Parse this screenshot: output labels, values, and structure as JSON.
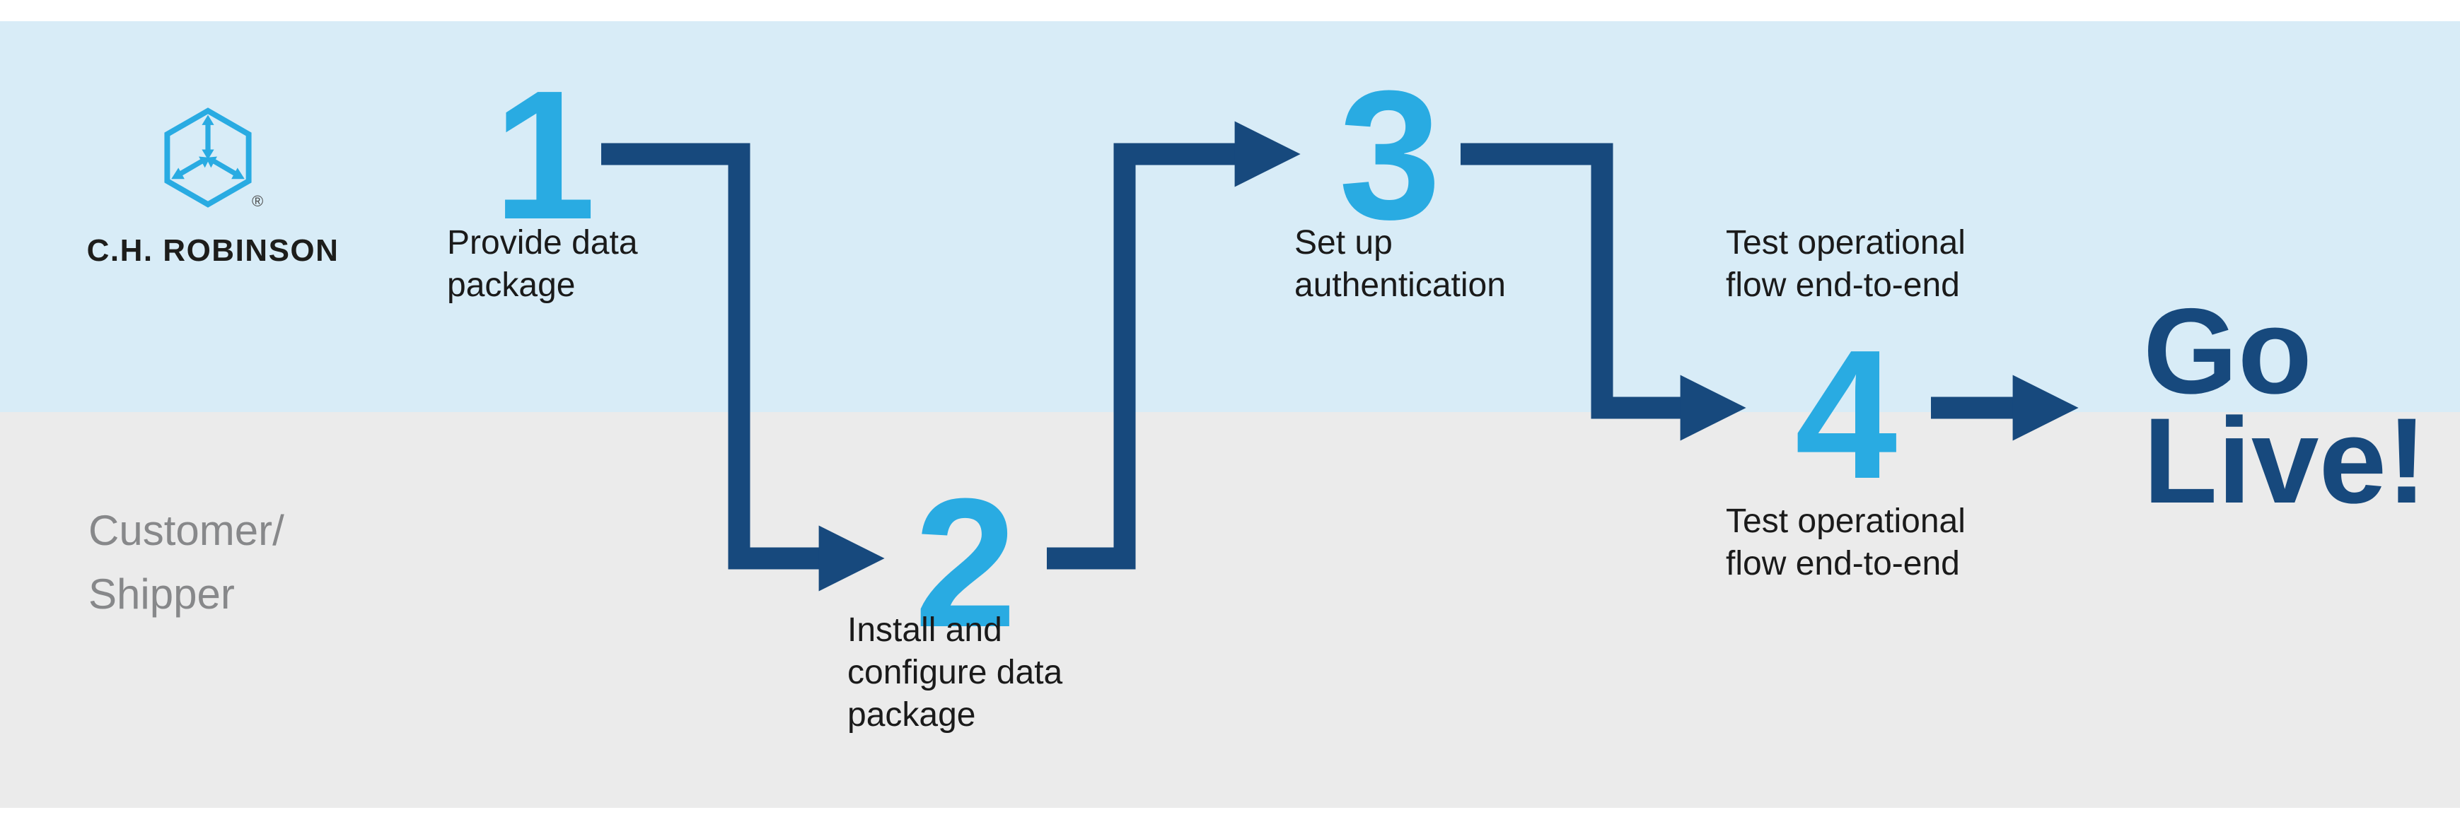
{
  "colors": {
    "lane_top_bg": "#d8ecf7",
    "lane_bottom_bg": "#ebebeb",
    "navy": "#17497d",
    "light_blue": "#29abe2",
    "label_text": "#1a1a1a",
    "customer_gray": "#87888a"
  },
  "brand": {
    "logo_text": "C.H. ROBINSON",
    "registered_mark": "®"
  },
  "lanes": {
    "bottom_label": "Customer/\nShipper"
  },
  "steps": [
    {
      "number": "1",
      "label": "Provide data\npackage"
    },
    {
      "number": "2",
      "label": "Install and\nconfigure data\npackage"
    },
    {
      "number": "3",
      "label": "Set up\nauthentication"
    },
    {
      "number": "4",
      "label_top": "Test operational\nflow end-to-end",
      "label_bottom": "Test operational\nflow end-to-end"
    }
  ],
  "go_live": "Go\nLive!"
}
